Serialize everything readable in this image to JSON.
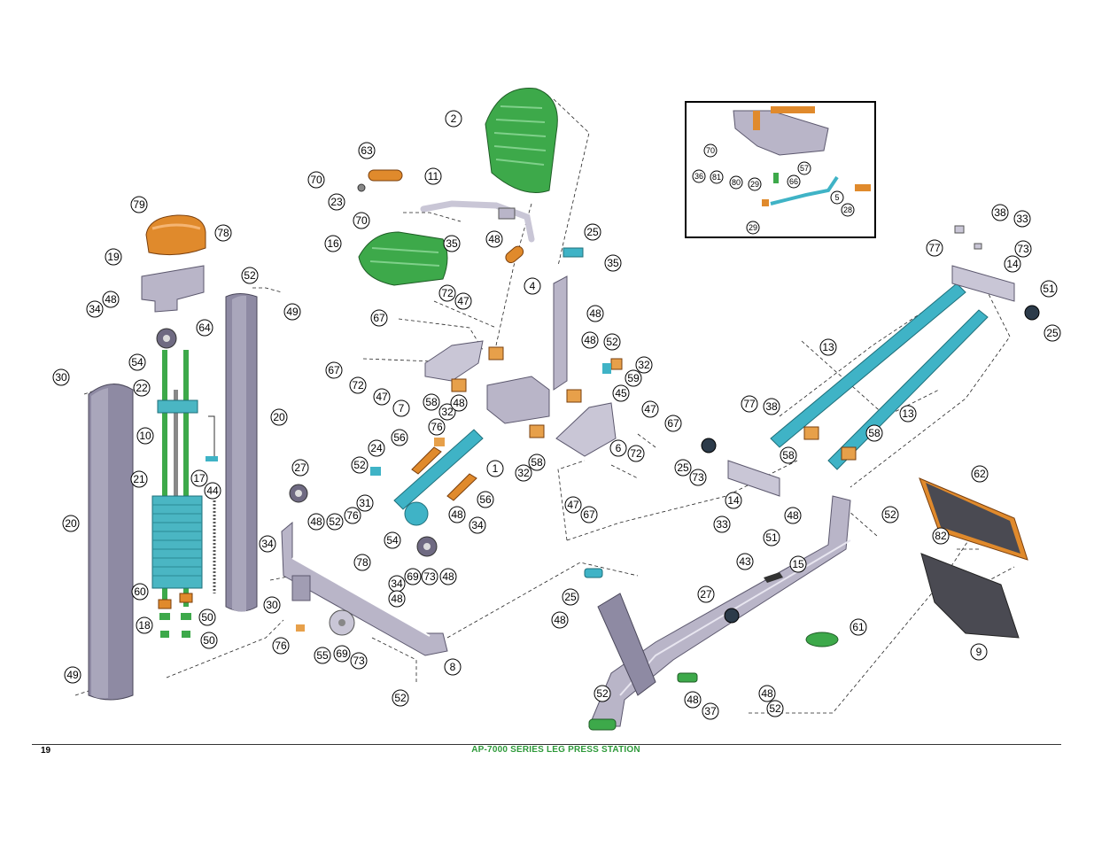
{
  "footer": {
    "page_number": "19",
    "title": "AP-7000 SERIES LEG PRESS STATION"
  },
  "colors": {
    "frame": "#b9b5c8",
    "frame_dark": "#6f6a82",
    "tube_blue": "#3fb3c6",
    "weight_stack": "#4ab6c3",
    "pad_green": "#3da94a",
    "pad_orange": "#e08a2c",
    "bushing": "#e7a04a",
    "shroud": "#8e8aa3",
    "foot_plate": "#4a4a52"
  },
  "callouts": [
    {
      "label": "1"
    },
    {
      "label": "2"
    },
    {
      "label": "4"
    },
    {
      "label": "5"
    },
    {
      "label": "6"
    },
    {
      "label": "7"
    },
    {
      "label": "8"
    },
    {
      "label": "9"
    },
    {
      "label": "10"
    },
    {
      "label": "11"
    },
    {
      "label": "13"
    },
    {
      "label": "13"
    },
    {
      "label": "14"
    },
    {
      "label": "14"
    },
    {
      "label": "15"
    },
    {
      "label": "16"
    },
    {
      "label": "17"
    },
    {
      "label": "18"
    },
    {
      "label": "19"
    },
    {
      "label": "20"
    },
    {
      "label": "20"
    },
    {
      "label": "21"
    },
    {
      "label": "22"
    },
    {
      "label": "23"
    },
    {
      "label": "24"
    },
    {
      "label": "25"
    },
    {
      "label": "25"
    },
    {
      "label": "25"
    },
    {
      "label": "25"
    },
    {
      "label": "27"
    },
    {
      "label": "27"
    },
    {
      "label": "28"
    },
    {
      "label": "29"
    },
    {
      "label": "29"
    },
    {
      "label": "30"
    },
    {
      "label": "30"
    },
    {
      "label": "31"
    },
    {
      "label": "32"
    },
    {
      "label": "32"
    },
    {
      "label": "32"
    },
    {
      "label": "33"
    },
    {
      "label": "33"
    },
    {
      "label": "34"
    },
    {
      "label": "34"
    },
    {
      "label": "34"
    },
    {
      "label": "34"
    },
    {
      "label": "35"
    },
    {
      "label": "35"
    },
    {
      "label": "36"
    },
    {
      "label": "37"
    },
    {
      "label": "38"
    },
    {
      "label": "38"
    },
    {
      "label": "43"
    },
    {
      "label": "44"
    },
    {
      "label": "45"
    },
    {
      "label": "47"
    },
    {
      "label": "47"
    },
    {
      "label": "47"
    },
    {
      "label": "47"
    },
    {
      "label": "48"
    },
    {
      "label": "48"
    },
    {
      "label": "48"
    },
    {
      "label": "48"
    },
    {
      "label": "48"
    },
    {
      "label": "48"
    },
    {
      "label": "48"
    },
    {
      "label": "48"
    },
    {
      "label": "48"
    },
    {
      "label": "48"
    },
    {
      "label": "48"
    },
    {
      "label": "48"
    },
    {
      "label": "48"
    },
    {
      "label": "49"
    },
    {
      "label": "49"
    },
    {
      "label": "50"
    },
    {
      "label": "50"
    },
    {
      "label": "51"
    },
    {
      "label": "51"
    },
    {
      "label": "52"
    },
    {
      "label": "52"
    },
    {
      "label": "52"
    },
    {
      "label": "52"
    },
    {
      "label": "52"
    },
    {
      "label": "52"
    },
    {
      "label": "52"
    },
    {
      "label": "52"
    },
    {
      "label": "54"
    },
    {
      "label": "54"
    },
    {
      "label": "55"
    },
    {
      "label": "56"
    },
    {
      "label": "56"
    },
    {
      "label": "57"
    },
    {
      "label": "58"
    },
    {
      "label": "58"
    },
    {
      "label": "58"
    },
    {
      "label": "58"
    },
    {
      "label": "59"
    },
    {
      "label": "60"
    },
    {
      "label": "61"
    },
    {
      "label": "62"
    },
    {
      "label": "63"
    },
    {
      "label": "64"
    },
    {
      "label": "66"
    },
    {
      "label": "67"
    },
    {
      "label": "67"
    },
    {
      "label": "67"
    },
    {
      "label": "67"
    },
    {
      "label": "69"
    },
    {
      "label": "69"
    },
    {
      "label": "70"
    },
    {
      "label": "70"
    },
    {
      "label": "70"
    },
    {
      "label": "72"
    },
    {
      "label": "72"
    },
    {
      "label": "72"
    },
    {
      "label": "73"
    },
    {
      "label": "73"
    },
    {
      "label": "73"
    },
    {
      "label": "73"
    },
    {
      "label": "76"
    },
    {
      "label": "76"
    },
    {
      "label": "76"
    },
    {
      "label": "77"
    },
    {
      "label": "77"
    },
    {
      "label": "78"
    },
    {
      "label": "78"
    },
    {
      "label": "79"
    },
    {
      "label": "80"
    },
    {
      "label": "81"
    },
    {
      "label": "82"
    }
  ]
}
